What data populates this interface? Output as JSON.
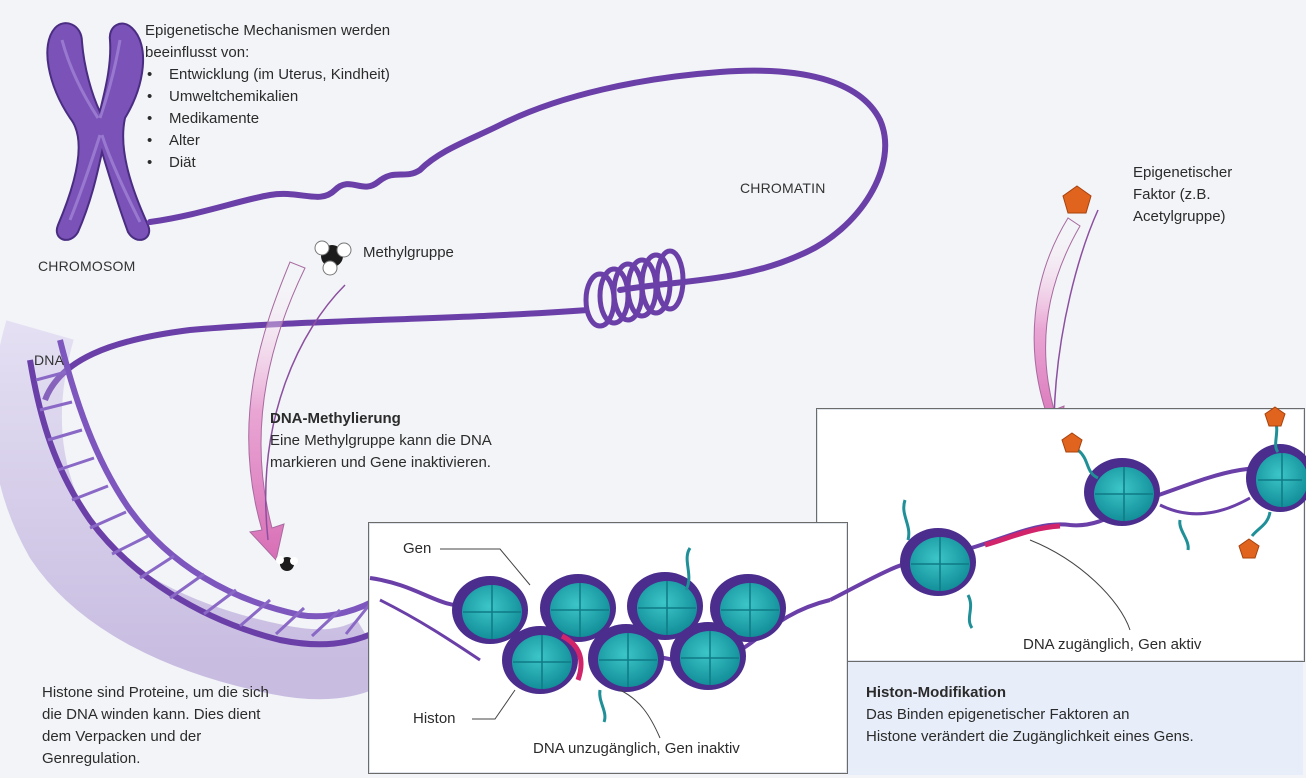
{
  "intro": {
    "heading_line1": "Epigenetische Mechanismen werden",
    "heading_line2": "beeinflusst von:",
    "items": [
      "Entwicklung (im Uterus, Kindheit)",
      "Umweltchemikalien",
      "Medikamente",
      "Alter",
      "Diät"
    ]
  },
  "labels": {
    "chromosom": "CHROMOSOM",
    "chromatin": "CHROMATIN",
    "dna": "DNA",
    "methylgruppe": "Methylgruppe",
    "factor_line1": "Epigenetischer",
    "factor_line2": "Faktor (z.B.",
    "factor_line3": "Acetylgruppe)",
    "gen": "Gen",
    "histon": "Histon",
    "inaktiv": "DNA unzugänglich, Gen inaktiv",
    "aktiv": "DNA zugänglich, Gen aktiv"
  },
  "methylation": {
    "title": "DNA-Methylierung",
    "line1": "Eine Methylgruppe kann die DNA",
    "line2": "markieren und Gene inaktivieren."
  },
  "histone_info": {
    "line1": "Histone sind Proteine, um die sich",
    "line2": "die DNA winden kann. Dies dient",
    "line3": "dem Verpacken und der",
    "line4": "Genregulation."
  },
  "histone_mod": {
    "title": "Histon-Modifikation",
    "line1": "Das Binden epigenetischer Faktoren an",
    "line2": "Histone verändert die Zugänglichkeit eines Gens."
  },
  "colors": {
    "dna_purple": "#6b3fa8",
    "histone_teal": "#1fa8b0",
    "factor_orange": "#e0641e",
    "arrow_pink": "#d86fb6",
    "gene_red": "#d2246a"
  }
}
